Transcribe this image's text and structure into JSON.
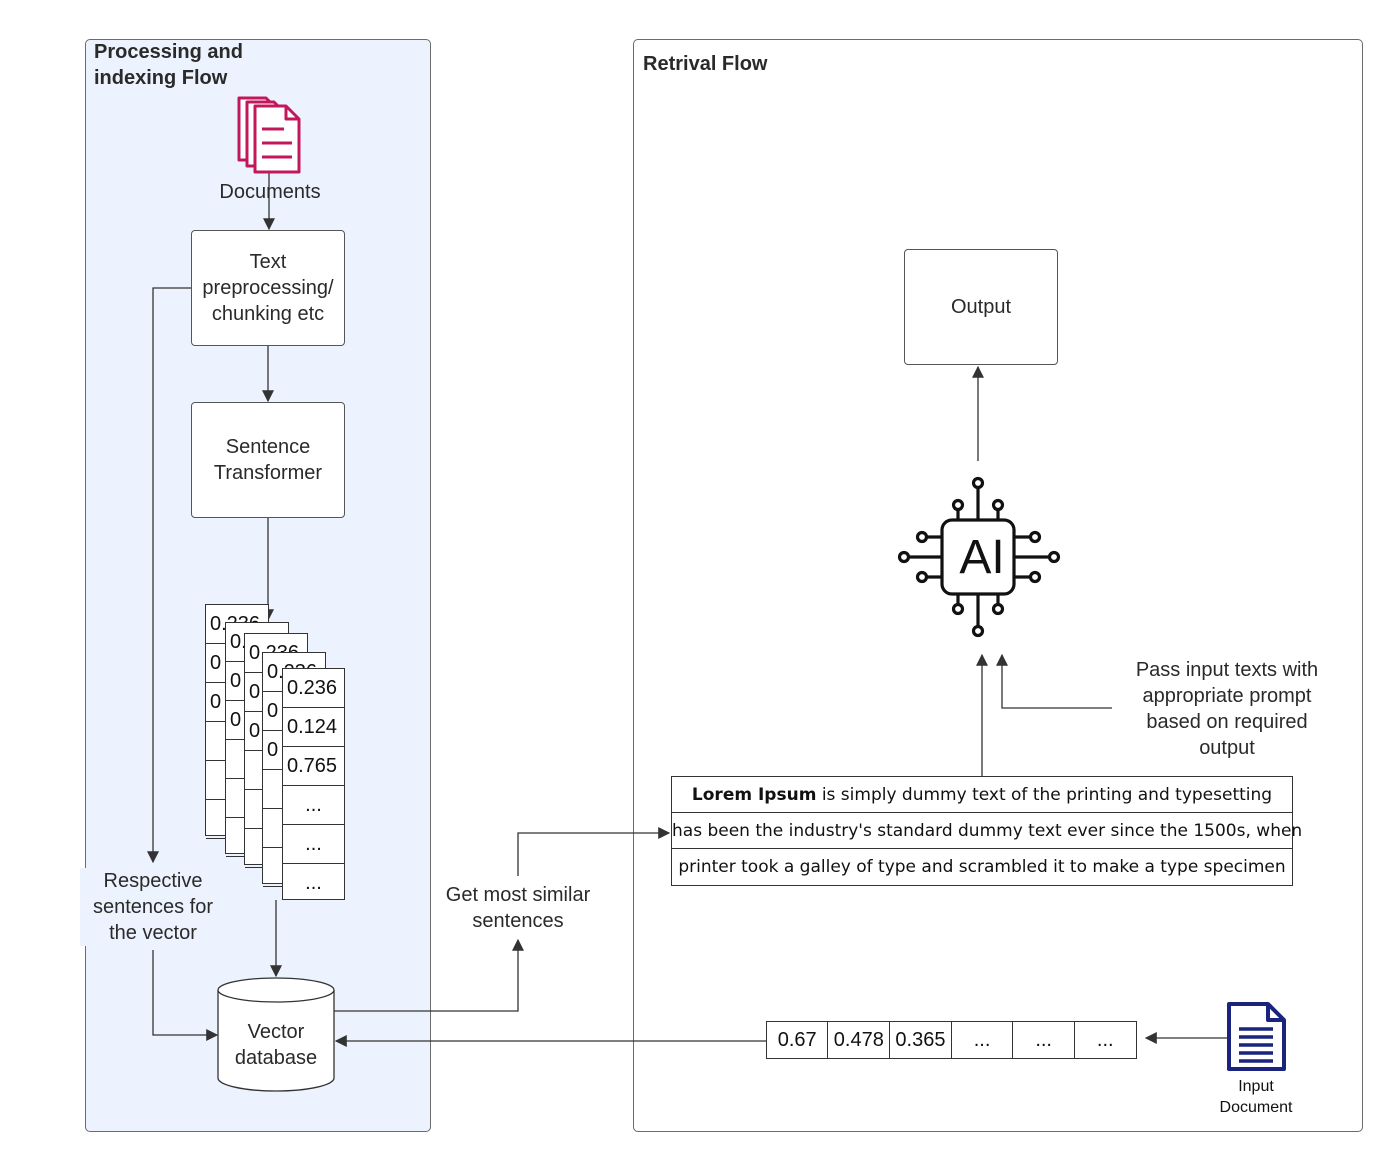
{
  "left_panel": {
    "title": "Processing and\nindexing Flow",
    "documents_label": "Documents",
    "preprocess_box": "Text\npreprocessing/\nchunking etc",
    "transformer_box": "Sentence\nTransformer",
    "vector_values": [
      "0.236",
      "0.124",
      "0.765",
      "...",
      "...",
      "..."
    ],
    "stack_partial": [
      "0.236",
      "0",
      "0",
      "0"
    ],
    "respective_label": "Respective\nsentences for\nthe vector",
    "vector_db": "Vector\ndatabase"
  },
  "middle": {
    "similar_label": "Get most similar\nsentences"
  },
  "right_panel": {
    "title": "Retrival Flow",
    "output_box": "Output",
    "ai_chip": "AI",
    "prompt_label": "Pass input texts with\nappropriate prompt\nbased on required\noutput",
    "text_rows": [
      {
        "bold": "Lorem Ipsum",
        "rest": " is simply dummy text of the printing and typesetting"
      },
      {
        "bold": "",
        "rest": "has been the industry's standard dummy text ever since the 1500s, when"
      },
      {
        "bold": "",
        "rest": "printer took a galley of type and scrambled it to make a type specimen"
      }
    ],
    "query_vector": [
      "0.67",
      "0.478",
      "0.365",
      "...",
      "...",
      "..."
    ],
    "input_document": "Input\nDocument"
  },
  "colors": {
    "left_panel_bg": "#ecf3fe",
    "documents_icon": "#c2185b",
    "input_document_icon": "#1a237e",
    "border": "#555555"
  }
}
